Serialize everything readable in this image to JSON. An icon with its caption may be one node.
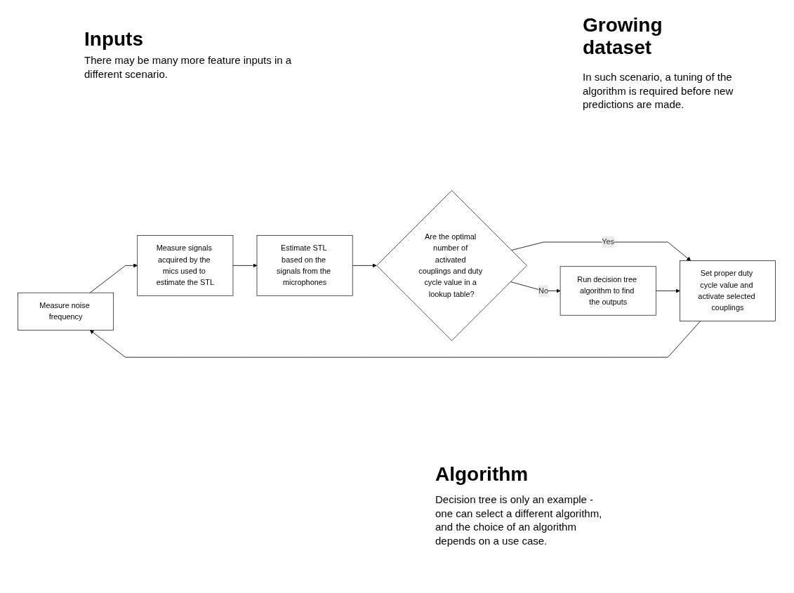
{
  "diagram": {
    "nodes": [
      {
        "text": [
          "Measure noise frequency"
        ]
      },
      {
        "text": [
          "Measure signals acquired by the mics used to estimate the STL"
        ]
      },
      {
        "text": [
          "Estimate STL based on the signals from the microphones"
        ]
      },
      {
        "text": [
          "Are the optimal number of activated couplings and duty cycle value in a lookup table?"
        ]
      },
      {
        "text": [
          "Run decision tree algorithm to find the outputs"
        ]
      },
      {
        "text": [
          "Set proper duty cycle value and activate selected couplings"
        ]
      }
    ],
    "edges": [
      {
        "from": 0,
        "to": 1,
        "arrow": "to"
      },
      {
        "from": 1,
        "to": 2,
        "arrow": "to"
      },
      {
        "from": 2,
        "to": 3,
        "arrow": "to"
      },
      {
        "from": 3,
        "to": 5,
        "arrow": "to",
        "label": "Yes"
      },
      {
        "from": 3,
        "to": 4,
        "arrow": "to",
        "label": "No"
      },
      {
        "from": 4,
        "to": 5,
        "arrow": "to"
      },
      {
        "from": 5,
        "to": 0,
        "arrow": "to"
      }
    ],
    "labels": [
      "Inputs",
      "There may be many more feature inputs in a different scenario.",
      "Growing dataset",
      "In such scenario, a tuning of the algorithm is required before new predictions are made.",
      "Algorithm",
      "Decision tree is only an example - one can select a different algorithm, and the choice of an algorithm depends on a use case."
    ]
  }
}
